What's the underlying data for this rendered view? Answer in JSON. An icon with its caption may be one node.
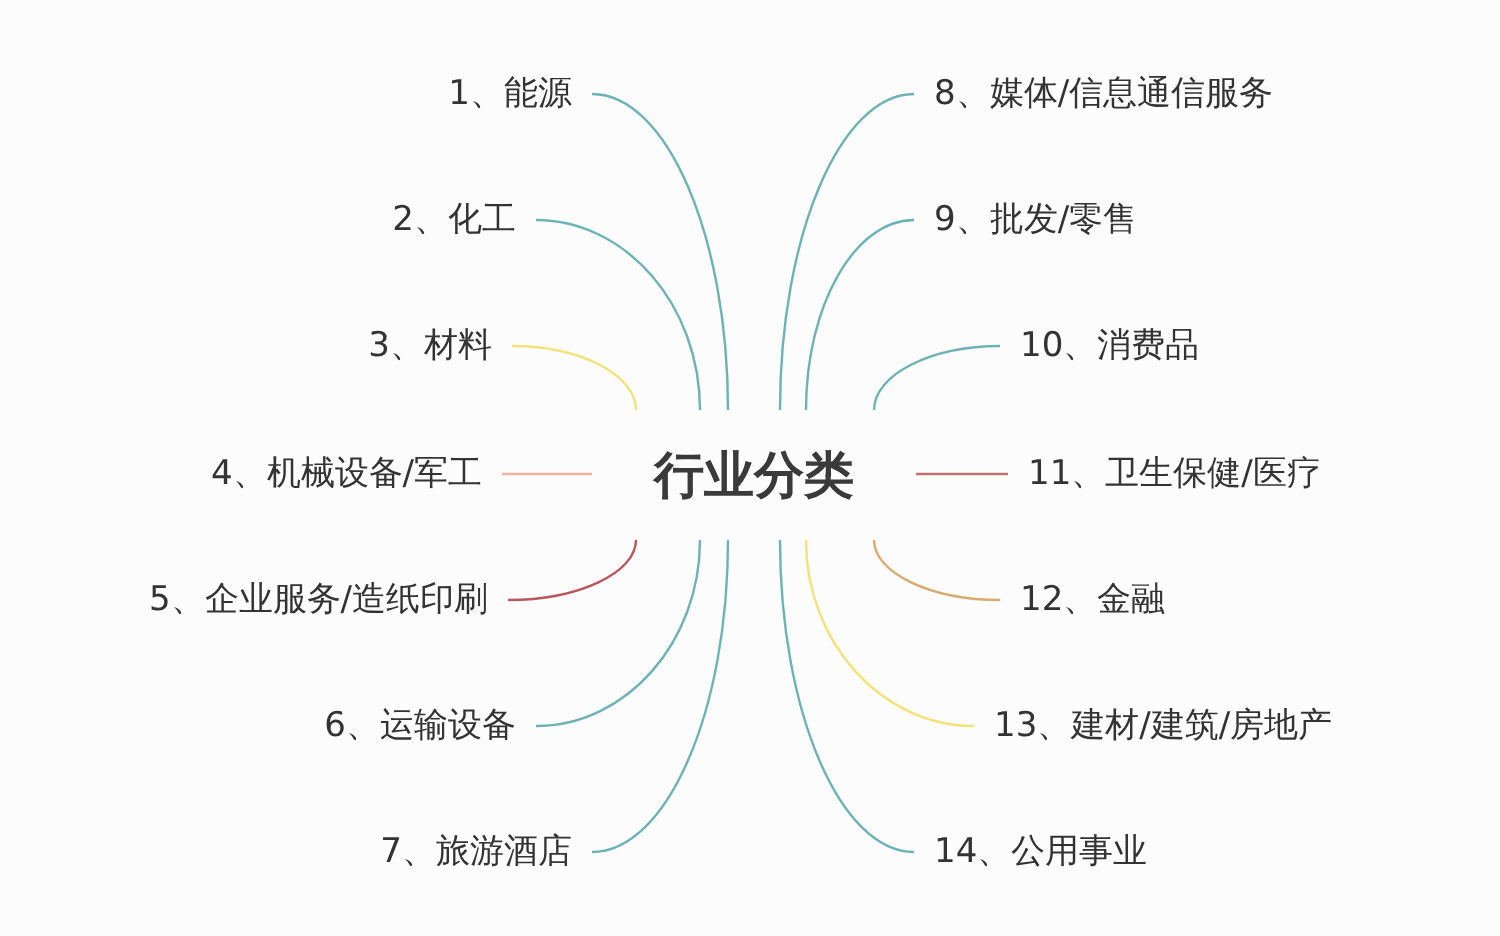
{
  "diagram": {
    "nodes": [
      {
        "text": [
          "行业分类"
        ]
      },
      {
        "text": [
          "1、能源"
        ]
      },
      {
        "text": [
          "2、化工"
        ]
      },
      {
        "text": [
          "3、材料"
        ]
      },
      {
        "text": [
          "4、机械设备/军工"
        ]
      },
      {
        "text": [
          "5、企业服务/造纸印刷"
        ]
      },
      {
        "text": [
          "6、运输设备"
        ]
      },
      {
        "text": [
          "7、旅游酒店"
        ]
      },
      {
        "text": [
          "8、媒体/信息通信服务"
        ]
      },
      {
        "text": [
          "9、批发/零售"
        ]
      },
      {
        "text": [
          "10、消费品"
        ]
      },
      {
        "text": [
          "11、卫生保健/医疗"
        ]
      },
      {
        "text": [
          "12、金融"
        ]
      },
      {
        "text": [
          "13、建材/建筑/房地产"
        ]
      },
      {
        "text": [
          "14、公用事业"
        ]
      }
    ],
    "edges": [
      {
        "from": 0,
        "to": 1,
        "arrow": "none"
      },
      {
        "from": 0,
        "to": 2,
        "arrow": "none"
      },
      {
        "from": 0,
        "to": 3,
        "arrow": "none",
        "color": "#f3e27a"
      },
      {
        "from": 0,
        "to": 4,
        "arrow": "none",
        "color": "#eeb3a3"
      },
      {
        "from": 0,
        "to": 5,
        "arrow": "none",
        "color": "#b9565e"
      },
      {
        "from": 0,
        "to": 6,
        "arrow": "none"
      },
      {
        "from": 0,
        "to": 7,
        "arrow": "none"
      },
      {
        "from": 0,
        "to": 8,
        "arrow": "none"
      },
      {
        "from": 0,
        "to": 9,
        "arrow": "none"
      },
      {
        "from": 0,
        "to": 10,
        "arrow": "none"
      },
      {
        "from": 0,
        "to": 11,
        "arrow": "none",
        "color": "#c2706f"
      },
      {
        "from": 0,
        "to": 12,
        "arrow": "none",
        "color": "#d9ab6e"
      },
      {
        "from": 0,
        "to": 13,
        "arrow": "none",
        "color": "#f3e27a"
      },
      {
        "from": 0,
        "to": 14,
        "arrow": "none"
      }
    ]
  }
}
